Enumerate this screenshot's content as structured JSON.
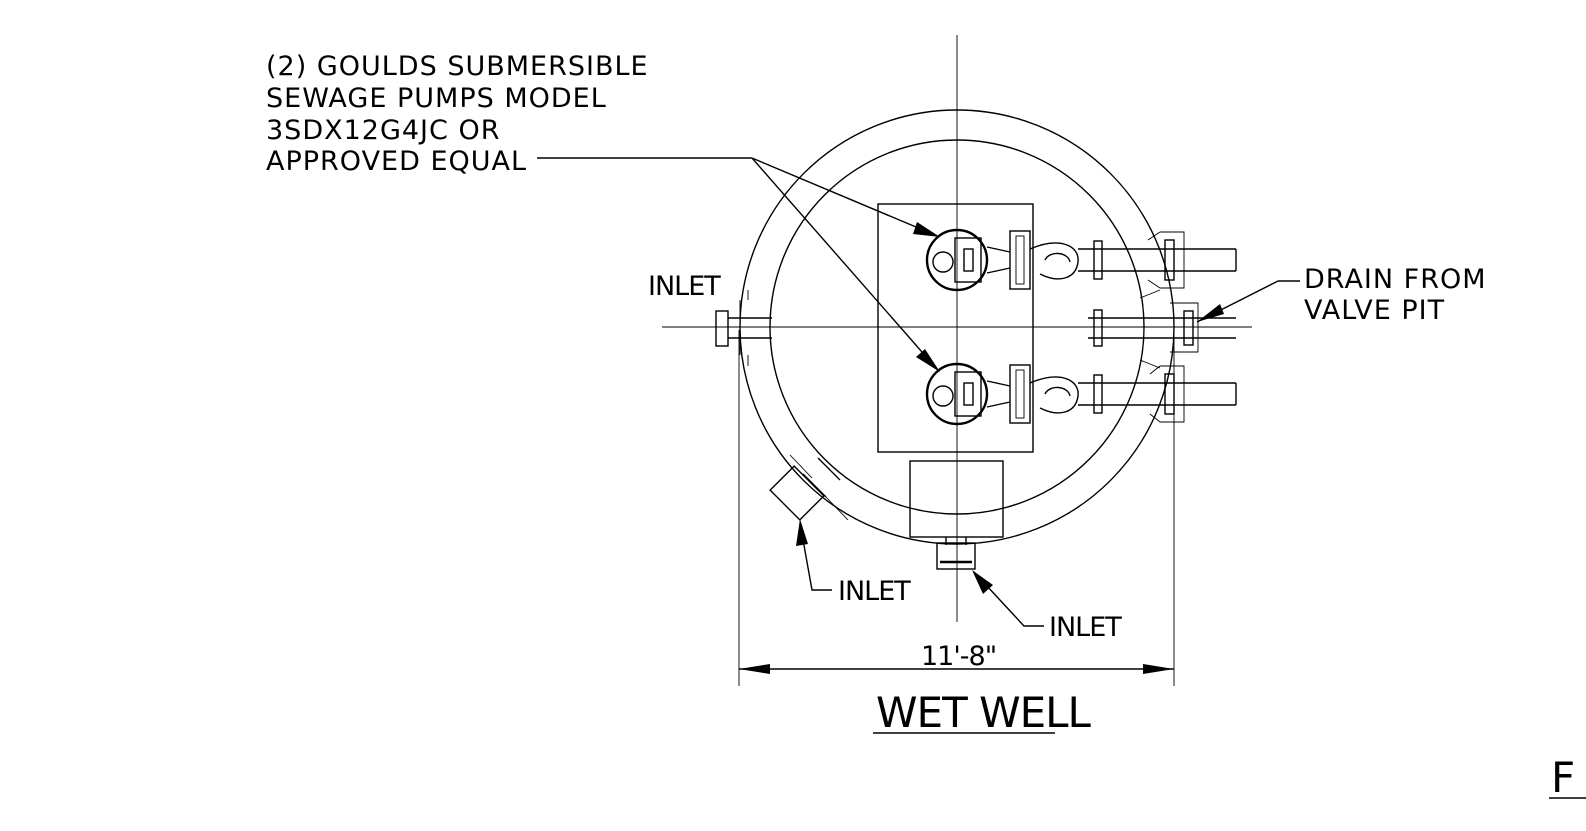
{
  "labels": {
    "pump_note": [
      "(2) GOULDS SUBMERSIBLE",
      "SEWAGE PUMPS MODEL",
      "3SDX12G4JC OR",
      "APPROVED EQUAL"
    ],
    "inlet_left": "INLET",
    "inlet_lower_left": "INLET",
    "inlet_bottom": "INLET",
    "drain_note": [
      "DRAIN FROM",
      "VALVE PIT"
    ],
    "dimension": "11'-8\"",
    "title": "WET WELL",
    "edge_fragment": "F"
  }
}
